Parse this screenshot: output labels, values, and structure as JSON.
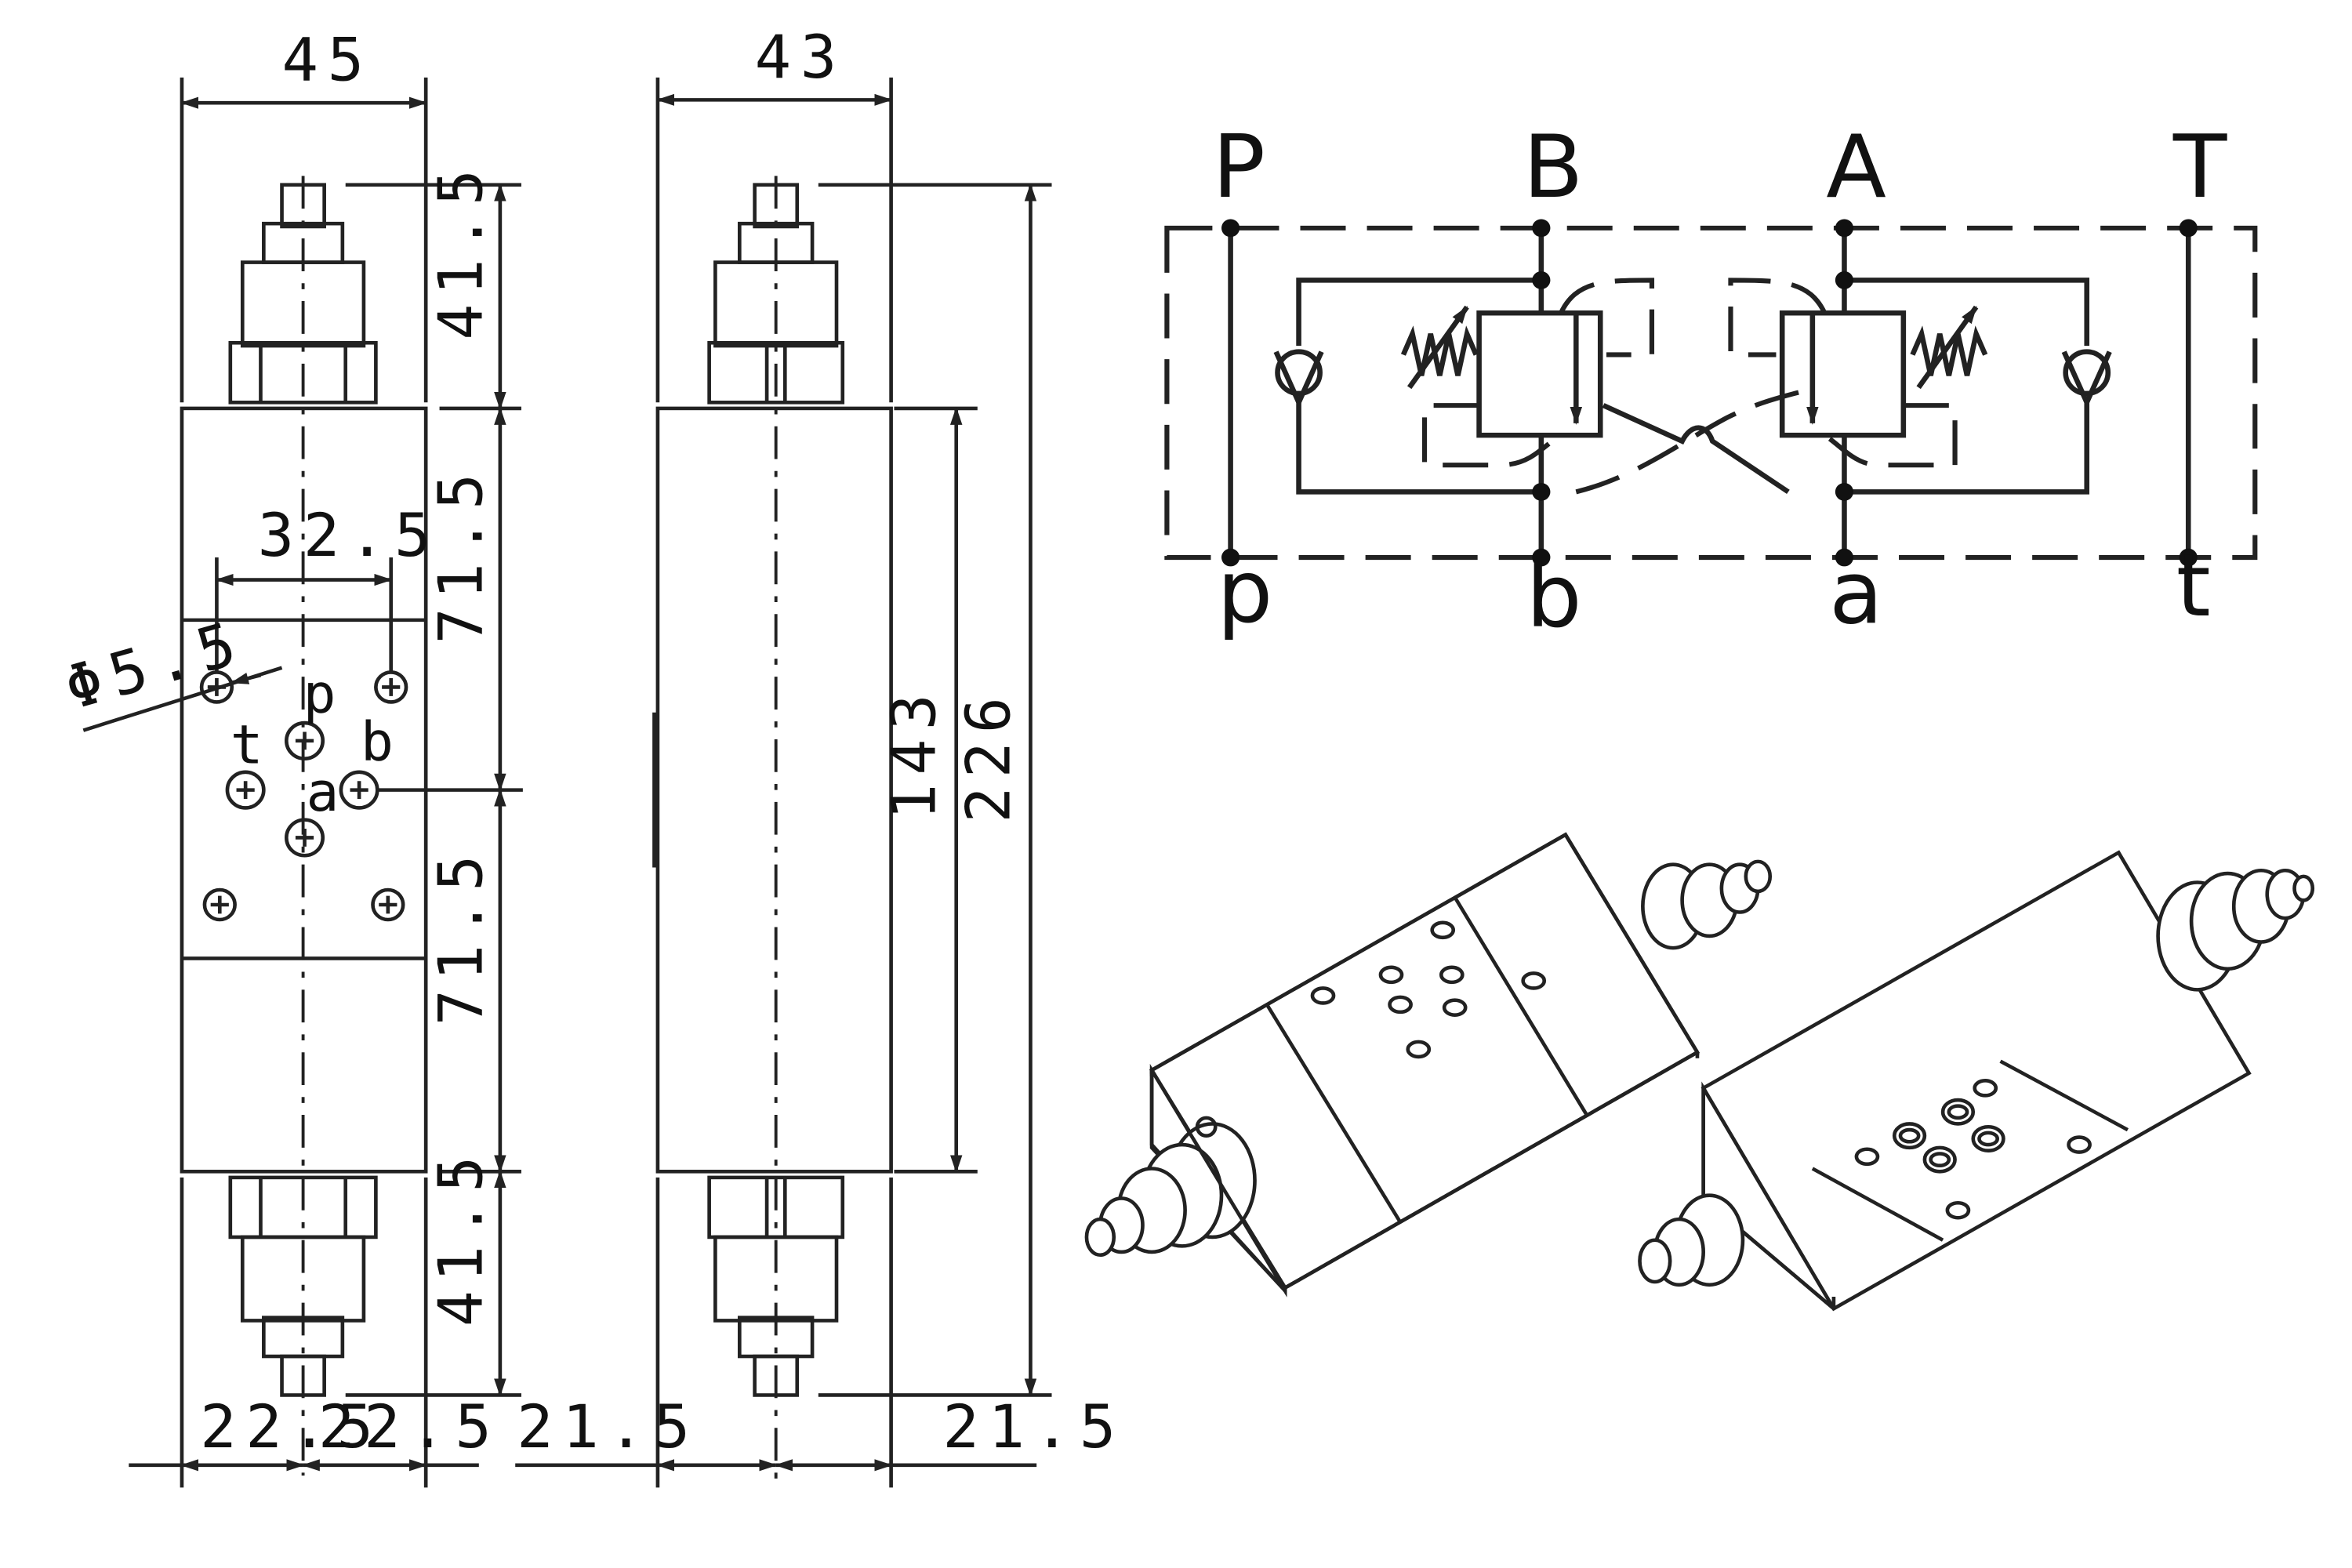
{
  "front_view": {
    "width_top": "45",
    "height_top": "41.5",
    "height_mid_upper": "71.5",
    "height_mid_lower": "71.5",
    "height_bottom": "41.5",
    "hole_spacing": "32.5",
    "hole_diameter": "Φ5.5",
    "bottom_left": "22.5",
    "bottom_right": "22.5",
    "port_labels": {
      "p": "p",
      "t": "t",
      "b": "b",
      "a": "a"
    }
  },
  "side_view": {
    "width_top": "43",
    "body_height": "143",
    "total_height": "226",
    "bottom_left": "21.5",
    "bottom_right": "21.5"
  },
  "schematic": {
    "top_ports": [
      "P",
      "B",
      "A",
      "T"
    ],
    "bottom_ports": [
      "p",
      "b",
      "a",
      "t"
    ]
  }
}
